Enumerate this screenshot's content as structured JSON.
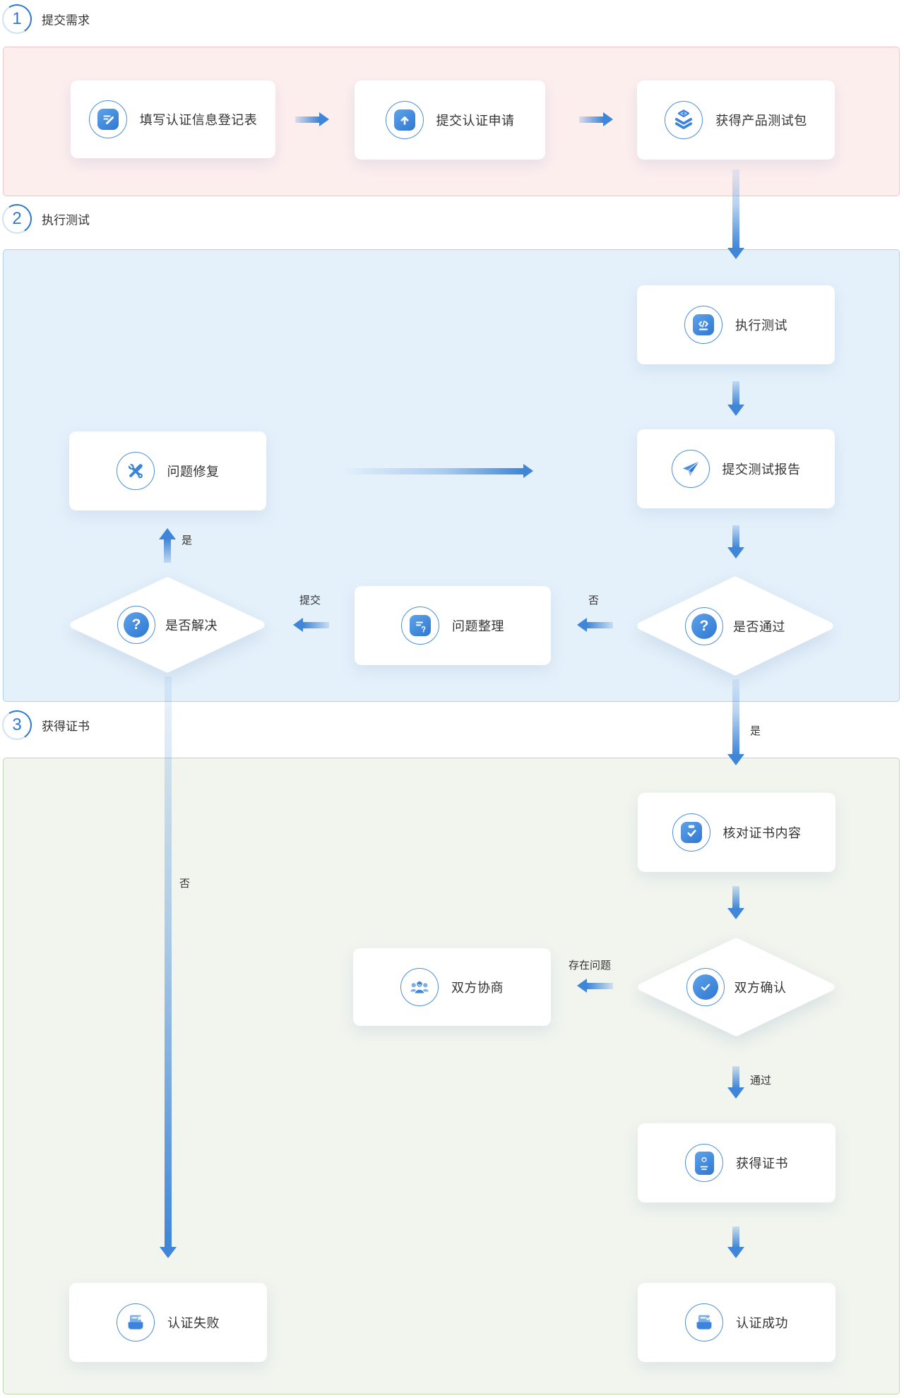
{
  "sections": [
    {
      "num": "1",
      "title": "提交需求"
    },
    {
      "num": "2",
      "title": "执行测试"
    },
    {
      "num": "3",
      "title": "获得证书"
    }
  ],
  "nodes": {
    "fill_form": {
      "label": "填写认证信息登记表",
      "icon": "form-edit-icon"
    },
    "submit_apply": {
      "label": "提交认证申请",
      "icon": "doc-upload-icon"
    },
    "get_test_pkg": {
      "label": "获得产品测试包",
      "icon": "layers-plus-icon"
    },
    "run_test": {
      "label": "执行测试",
      "icon": "code-icon"
    },
    "submit_report": {
      "label": "提交测试报告",
      "icon": "paper-plane-icon"
    },
    "pass_decision": {
      "label": "是否通过",
      "icon": "question-circle-icon"
    },
    "issue_sort": {
      "label": "问题整理",
      "icon": "doc-question-icon"
    },
    "resolve_decision": {
      "label": "是否解决",
      "icon": "question-circle-icon"
    },
    "issue_fix": {
      "label": "问题修复",
      "icon": "tools-icon"
    },
    "verify_cert": {
      "label": "核对证书内容",
      "icon": "clipboard-check-icon"
    },
    "confirm_decision": {
      "label": "双方确认",
      "icon": "check-circle-icon"
    },
    "negotiate": {
      "label": "双方协商",
      "icon": "people-icon"
    },
    "get_cert": {
      "label": "获得证书",
      "icon": "certificate-icon"
    },
    "cert_success": {
      "label": "认证成功",
      "icon": "archive-check-icon"
    },
    "cert_fail": {
      "label": "认证失败",
      "icon": "archive-x-icon"
    }
  },
  "edge_labels": {
    "pass_no": "否",
    "sort_submit": "提交",
    "resolve_yes": "是",
    "resolve_no": "否",
    "pass_yes": "是",
    "confirm_issue": "存在问题",
    "confirm_pass": "通过"
  },
  "glyphs": {
    "question": "?"
  },
  "edges": [
    {
      "from": "fill_form",
      "to": "submit_apply",
      "label": ""
    },
    {
      "from": "submit_apply",
      "to": "get_test_pkg",
      "label": ""
    },
    {
      "from": "get_test_pkg",
      "to": "run_test",
      "label": ""
    },
    {
      "from": "run_test",
      "to": "submit_report",
      "label": ""
    },
    {
      "from": "submit_report",
      "to": "pass_decision",
      "label": ""
    },
    {
      "from": "pass_decision",
      "to": "issue_sort",
      "label": "否"
    },
    {
      "from": "issue_sort",
      "to": "resolve_decision",
      "label": "提交"
    },
    {
      "from": "resolve_decision",
      "to": "issue_fix",
      "label": "是"
    },
    {
      "from": "issue_fix",
      "to": "submit_report",
      "label": ""
    },
    {
      "from": "pass_decision",
      "to": "verify_cert",
      "label": "是"
    },
    {
      "from": "resolve_decision",
      "to": "cert_fail",
      "label": "否"
    },
    {
      "from": "verify_cert",
      "to": "confirm_decision",
      "label": ""
    },
    {
      "from": "confirm_decision",
      "to": "negotiate",
      "label": "存在问题"
    },
    {
      "from": "confirm_decision",
      "to": "get_cert",
      "label": "通过"
    },
    {
      "from": "get_cert",
      "to": "cert_success",
      "label": ""
    }
  ],
  "colors": {
    "accent_blue": "#3f86d8",
    "icon_blue": "#3b83dd",
    "icon_ring": "#4a90da",
    "step1_bg": "#fdeeee",
    "step1_border": "#f3c5c8",
    "step2_bg": "#e4f1fb",
    "step2_border": "#a9d2ef",
    "step3_bg": "#f1f5ee",
    "step3_border": "#bdd9ad",
    "text": "#333333"
  }
}
